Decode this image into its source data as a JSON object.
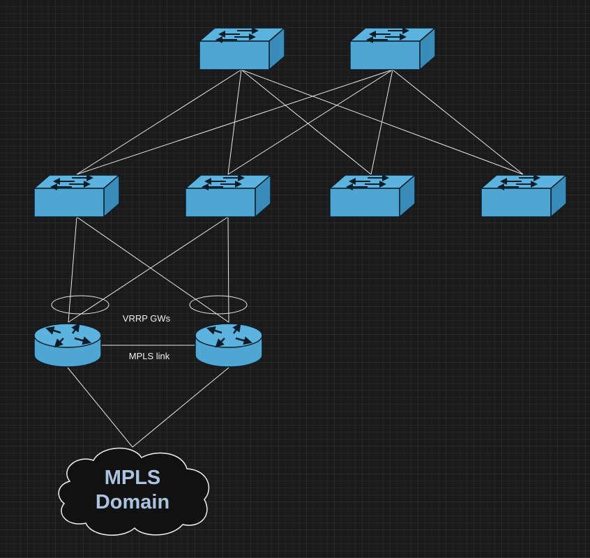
{
  "labels": {
    "vrrp": "VRRP GWs",
    "mpls_link": "MPLS link"
  },
  "cloud": {
    "line1": "MPLS",
    "line2": "Domain"
  },
  "colors": {
    "device_face": "#4fa6d3",
    "device_top": "#5cb4de",
    "device_side": "#3a8cb8",
    "device_outline": "#0c1d2a",
    "link": "#e8e8e8",
    "cloud_fill": "#111111",
    "cloud_stroke": "#f2f2f2"
  }
}
